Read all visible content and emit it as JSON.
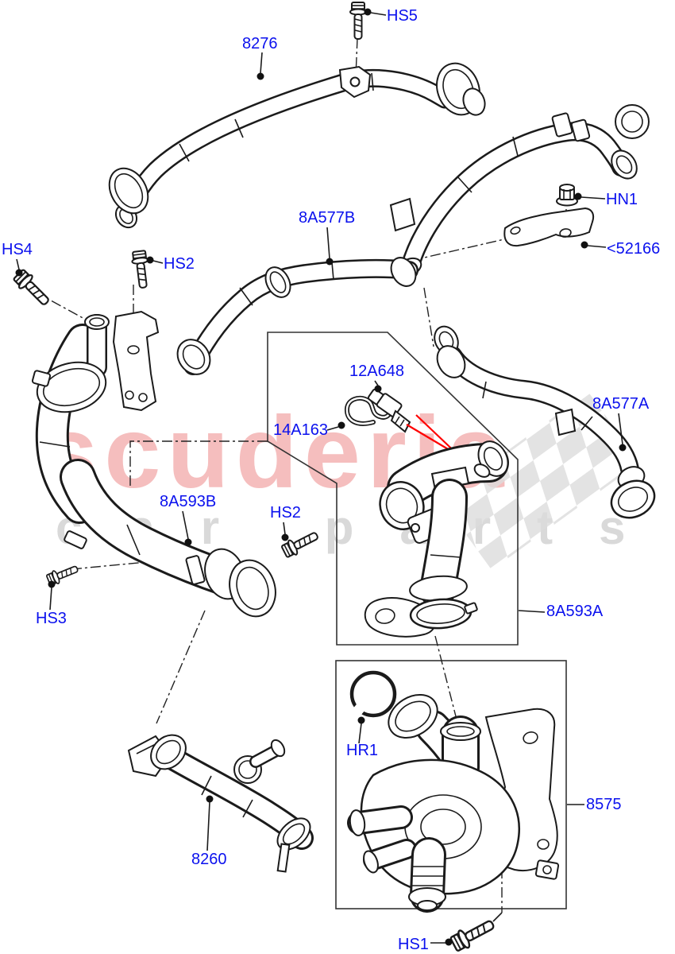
{
  "colors": {
    "label_blue": "#0b11ee",
    "line_dark": "#1b1b1b",
    "arrow_red": "#ff0000",
    "watermark_pink": "#f5bebe",
    "watermark_gray": "#d9d9d9",
    "checker_gray": "#dcdcdc",
    "background": "#ffffff"
  },
  "watermark": {
    "brand": "scuderia",
    "tagline": "car parts"
  },
  "callouts": {
    "c8276": {
      "text": "8276"
    },
    "hs5": {
      "text": "HS5"
    },
    "c8a577b": {
      "text": "8A577B"
    },
    "hn1": {
      "text": "HN1"
    },
    "p52166": {
      "text": "<52166"
    },
    "hs4": {
      "text": "HS4"
    },
    "hs2a": {
      "text": "HS2"
    },
    "c12a648": {
      "text": "12A648"
    },
    "c14a163": {
      "text": "14A163"
    },
    "c8a577a": {
      "text": "8A577A"
    },
    "c8a593b": {
      "text": "8A593B"
    },
    "hs2b": {
      "text": "HS2"
    },
    "hs3": {
      "text": "HS3"
    },
    "c8a593a": {
      "text": "8A593A"
    },
    "hr1": {
      "text": "HR1"
    },
    "c8575": {
      "text": "8575"
    },
    "c8260": {
      "text": "8260"
    },
    "hs1": {
      "text": "HS1"
    }
  }
}
